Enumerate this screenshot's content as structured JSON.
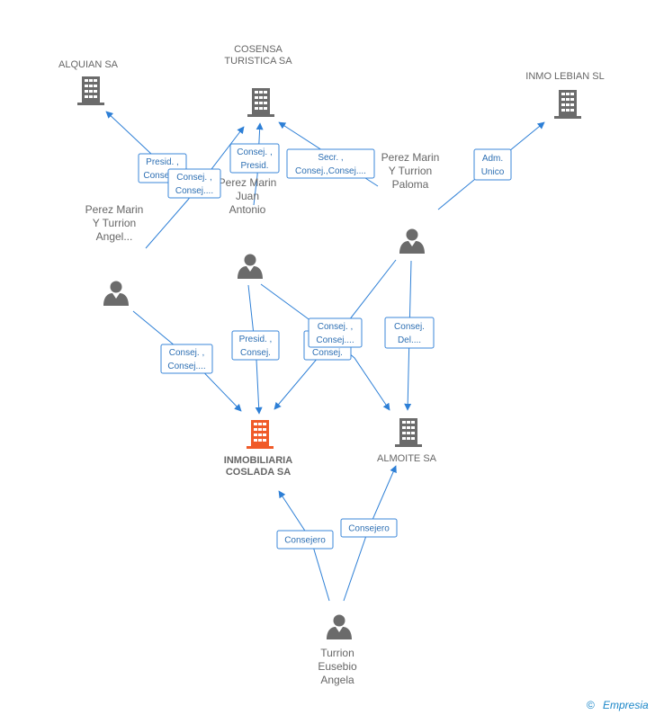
{
  "colors": {
    "edge": "#2d7fd6",
    "company_icon": "#6b6b6b",
    "company_main_icon": "#f05a28",
    "person_icon": "#6b6b6b",
    "badge_border": "#3b87d9",
    "badge_text": "#2d6fb3",
    "label_text": "#666666",
    "brand": "#1a86c8"
  },
  "companies": [
    {
      "id": "alquian",
      "label_lines": [
        "ALQUIAN SA"
      ],
      "icon": "building-icon",
      "main": false
    },
    {
      "id": "cosensa",
      "label_lines": [
        "COSENSA",
        "TURISTICA SA"
      ],
      "icon": "building-icon",
      "main": false
    },
    {
      "id": "inmo_lebian",
      "label_lines": [
        "INMO LEBIAN SL"
      ],
      "icon": "building-icon",
      "main": false
    },
    {
      "id": "inmobiliaria",
      "label_lines": [
        "INMOBILIARIA",
        "COSLADA SA"
      ],
      "icon": "building-icon",
      "main": true
    },
    {
      "id": "almoite",
      "label_lines": [
        "ALMOITE SA"
      ],
      "icon": "building-icon",
      "main": false
    }
  ],
  "persons": [
    {
      "id": "angel",
      "label_lines": [
        "Perez Marin",
        "Y Turrion",
        "Angel..."
      ],
      "icon": "person-icon"
    },
    {
      "id": "juan",
      "label_lines": [
        "Perez Marin",
        "Juan",
        "Antonio"
      ],
      "icon": "person-icon"
    },
    {
      "id": "paloma",
      "label_lines": [
        "Perez Marin",
        "Y Turrion",
        "Paloma"
      ],
      "icon": "person-icon"
    },
    {
      "id": "eusebio",
      "label_lines": [
        "Turrion",
        "Eusebio",
        "Angela"
      ],
      "icon": "person-icon"
    }
  ],
  "badges": [
    {
      "id": "b_alq1",
      "lines": [
        "Presid. ,",
        "Consej...."
      ]
    },
    {
      "id": "b_alq2",
      "lines": [
        "Consej. ,",
        "Consej...."
      ]
    },
    {
      "id": "b_cos1",
      "lines": [
        "Consej. ,",
        "Presid."
      ]
    },
    {
      "id": "b_cos2",
      "lines": [
        "Secr. ,",
        "Consej.,Consej...."
      ]
    },
    {
      "id": "b_lebian",
      "lines": [
        "Adm.",
        "Unico"
      ]
    },
    {
      "id": "b_angel_inm",
      "lines": [
        "Consej. ,",
        "Consej...."
      ]
    },
    {
      "id": "b_juan_inm",
      "lines": [
        "Presid. ,",
        "Consej."
      ]
    },
    {
      "id": "b_under",
      "lines": [
        "Consej. ,",
        "Consej."
      ]
    },
    {
      "id": "b_front",
      "lines": [
        "Consej. ,",
        "Consej...."
      ]
    },
    {
      "id": "b_paloma_alm",
      "lines": [
        "Consej.",
        "Del...."
      ]
    },
    {
      "id": "b_eus_inm",
      "lines": [
        "Consejero"
      ]
    },
    {
      "id": "b_eus_alm",
      "lines": [
        "Consejero"
      ]
    }
  ],
  "footer": {
    "copyright": "©",
    "brand": "Empresia"
  }
}
